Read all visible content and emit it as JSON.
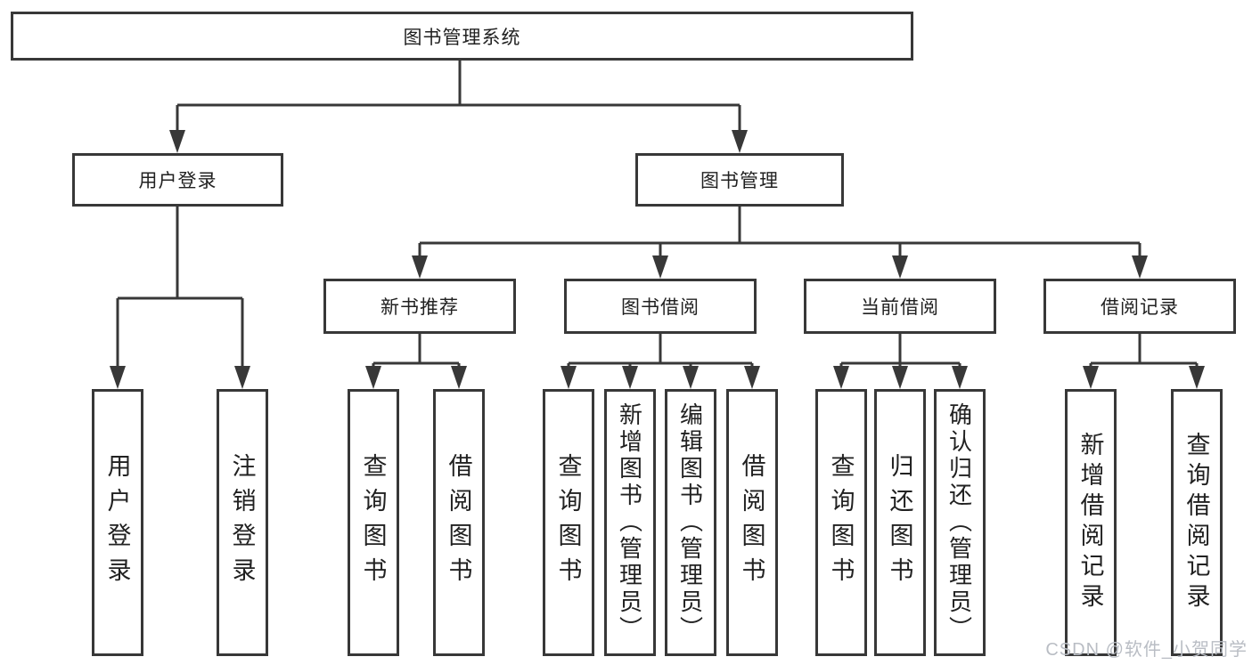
{
  "diagram": {
    "root": {
      "label": "图书管理系统"
    },
    "level2": {
      "user_login": {
        "label": "用户登录"
      },
      "book_mgmt": {
        "label": "图书管理"
      }
    },
    "level3": {
      "new_book_rec": {
        "label": "新书推荐"
      },
      "book_borrow": {
        "label": "图书借阅"
      },
      "current_borrow": {
        "label": "当前借阅"
      },
      "borrow_record": {
        "label": "借阅记录"
      }
    },
    "leaves": {
      "user_login": {
        "label": "用户登录"
      },
      "logout": {
        "label": "注销登录"
      },
      "query_book_1": {
        "label": "查询图书"
      },
      "borrow_book_1": {
        "label": "借阅图书"
      },
      "query_book_2": {
        "label": "查询图书"
      },
      "add_book_admin": {
        "label": "新增图书（管理员）"
      },
      "edit_book_admin": {
        "label": "编辑图书（管理员）"
      },
      "borrow_book_2": {
        "label": "借阅图书"
      },
      "query_book_3": {
        "label": "查询图书"
      },
      "return_book": {
        "label": "归还图书"
      },
      "confirm_return_admin": {
        "label": "确认归还（管理员）"
      },
      "add_borrow_record": {
        "label": "新增借阅记录"
      },
      "query_borrow_record": {
        "label": "查询借阅记录"
      }
    }
  },
  "watermark": {
    "text": "CSDN @软件_小贺同学"
  },
  "colors": {
    "line": "#383838",
    "text": "#212121",
    "watermark": "#b9bdc4",
    "background": "#ffffff"
  }
}
